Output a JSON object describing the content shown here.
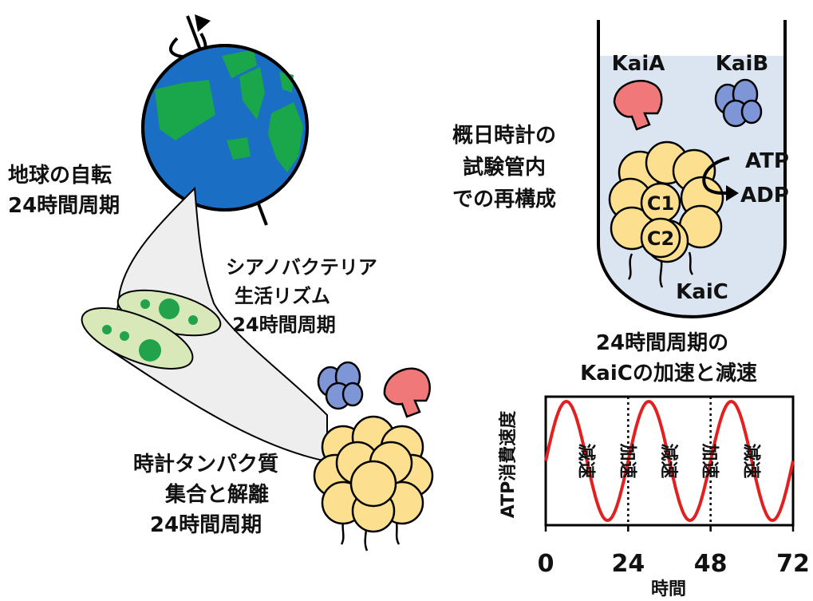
{
  "colors": {
    "ocean": "#1a6fc4",
    "land": "#1aa64a",
    "kaia": "#f07878",
    "kaib": "#7f96d6",
    "kaic": "#fde08f",
    "cell": "#d8e8b8",
    "cell_dot": "#22a24a",
    "tube_liquid": "#dbe5f1",
    "rhythm_line": "#e32020",
    "ribbon": "#eeeeee"
  },
  "left": {
    "earth_label": [
      "地球の自転",
      "24時間周期"
    ],
    "cyano_label": [
      "シアノバクテリア",
      "生活リズム",
      "24時間周期"
    ],
    "protein_label": [
      "時計タンパク質",
      "集合と解離",
      "24時間周期"
    ]
  },
  "tube": {
    "kaia_label": "KaiA",
    "kaib_label": "KaiB",
    "title": [
      "概日時計の",
      "試験管内",
      "での再構成"
    ],
    "atp_label": "ATP",
    "adp_label": "ADP",
    "c1_label": "C1",
    "c2_label": "C2",
    "kaic_label": "KaiC"
  },
  "chart_data": {
    "type": "line",
    "title": [
      "24時間周期の",
      "KaiCの加速と減速"
    ],
    "xlabel": "時間",
    "ylabel": "ATP消費速度",
    "x_ticks": [
      0,
      24,
      48,
      72
    ],
    "xlim": [
      0,
      72
    ],
    "period_hours": 24,
    "series": [
      {
        "x": [
          0,
          6,
          12,
          18,
          24,
          30,
          36,
          42,
          48,
          54,
          60,
          66,
          72
        ],
        "y": [
          0,
          1,
          0,
          -1,
          0,
          1,
          0,
          -1,
          0,
          1,
          0,
          -1,
          0
        ]
      }
    ],
    "divider_lines_at": [
      24,
      48
    ],
    "region_labels": [
      "減速",
      "加速",
      "減速",
      "加速",
      "減速"
    ],
    "grid": false
  }
}
